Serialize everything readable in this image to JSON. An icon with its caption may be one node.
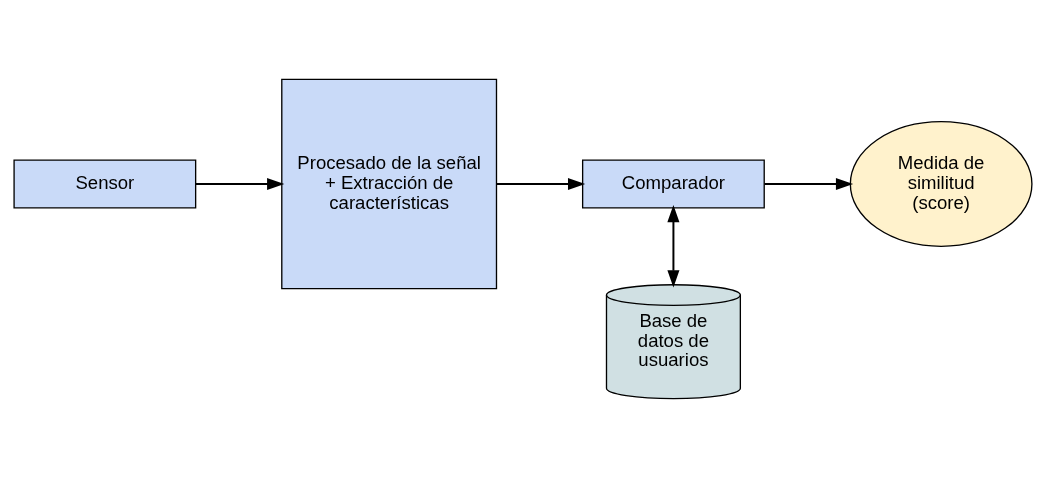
{
  "diagram": {
    "nodes": [
      {
        "text": [
          "Sensor"
        ]
      },
      {
        "text": [
          "Procesado de la señal + Extracción de características"
        ]
      },
      {
        "text": [
          "Comparador"
        ]
      },
      {
        "text": [
          "Medida de similitud (score)"
        ]
      },
      {
        "text": [
          "Base de datos de usuarios"
        ]
      }
    ],
    "edges": [
      {
        "from": 0,
        "to": 1,
        "arrow": "to"
      },
      {
        "from": 1,
        "to": 2,
        "arrow": "to"
      },
      {
        "from": 2,
        "to": 3,
        "arrow": "to"
      },
      {
        "from": 2,
        "to": 4,
        "arrow": "both"
      }
    ]
  }
}
